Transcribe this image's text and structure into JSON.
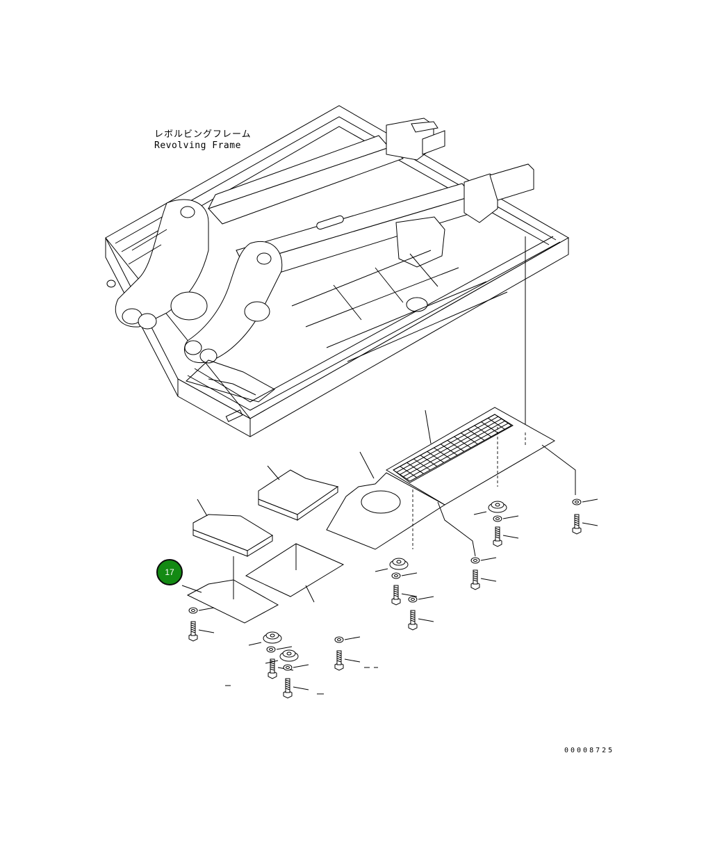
{
  "diagram": {
    "frame_label_jp": "レボルビングフレーム",
    "frame_label_en": "Revolving Frame",
    "drawing_number": "00008725",
    "callout_number": "17",
    "callout_color": "#138a13"
  }
}
